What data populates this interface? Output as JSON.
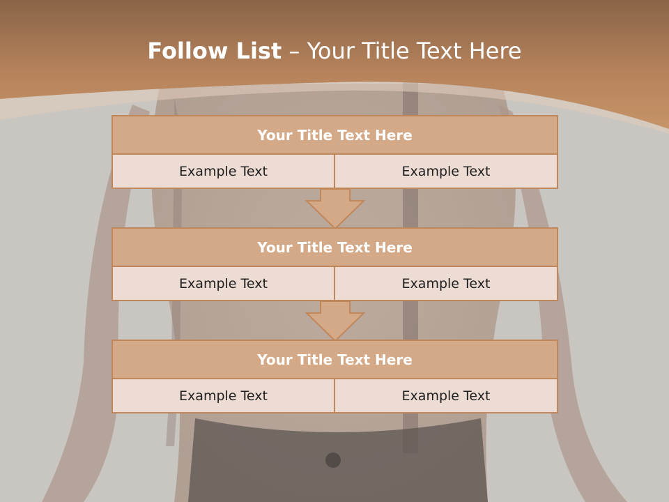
{
  "slide": {
    "title_bold": "Follow List",
    "title_rest": " – Your Title Text Here"
  },
  "flow": [
    {
      "title": "Your Title Text Here",
      "left": "Example Text",
      "right": "Example Text"
    },
    {
      "title": "Your Title Text Here",
      "left": "Example Text",
      "right": "Example Text"
    },
    {
      "title": "Your Title Text Here",
      "left": "Example Text",
      "right": "Example Text"
    }
  ],
  "colors": {
    "header_band": "#c08a5c",
    "box_header": "#d4a988",
    "box_cell": "#eddcd4",
    "box_border": "#c0875a",
    "background": "#c8c4c0"
  }
}
